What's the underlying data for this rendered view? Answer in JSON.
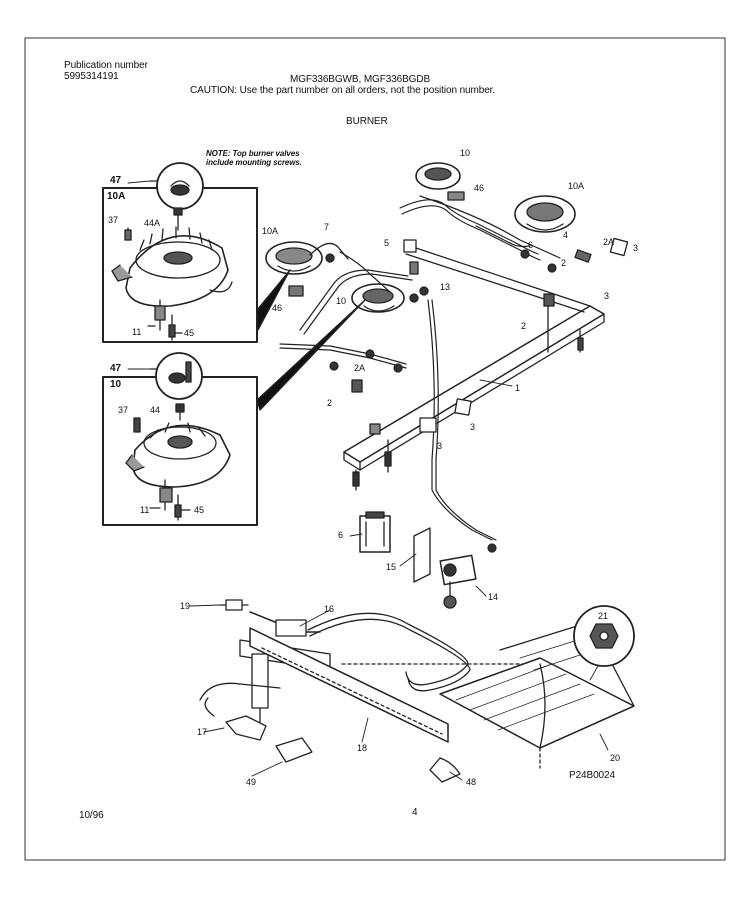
{
  "header": {
    "publication_label": "Publication number",
    "publication_number": "5995314191",
    "models": "MGF336BGWB, MGF336BGDB",
    "caution": "CAUTION:  Use the part number on all orders, not the position number.",
    "section_title": "BURNER"
  },
  "note": {
    "line1": "NOTE: Top burner valves",
    "line2": "include mounting screws."
  },
  "callouts": {
    "c_47a": "47",
    "c_10a_box": "10A",
    "c_37a": "37",
    "c_44a": "44A",
    "c_11a": "11",
    "c_45a": "45",
    "c_47b": "47",
    "c_10_box": "10",
    "c_37b": "37",
    "c_44b": "44",
    "c_11b": "11",
    "c_45b": "45",
    "c_10a_mid": "10A",
    "c_46_mid": "46",
    "c_7": "7",
    "c_5": "5",
    "c_10_mid": "10",
    "c_13": "13",
    "c_2a_mid": "2A",
    "c_2_mid": "2",
    "c_10_top": "10",
    "c_46_top": "46",
    "c_10a_top": "10A",
    "c_6_top": "6",
    "c_4": "4",
    "c_2a_right": "2A",
    "c_2_right": "2",
    "c_3_r1": "3",
    "c_3_r2": "3",
    "c_2_side": "2",
    "c_1": "1",
    "c_3_m1": "3",
    "c_3_m2": "3",
    "c_6_valve": "6",
    "c_15": "15",
    "c_14": "14",
    "c_19": "19",
    "c_16": "16",
    "c_21": "21",
    "c_17": "17",
    "c_18": "18",
    "c_20": "20",
    "c_49": "49",
    "c_48": "48"
  },
  "footer": {
    "date": "10/96",
    "page": "4",
    "figure_code": "P24B0024"
  }
}
